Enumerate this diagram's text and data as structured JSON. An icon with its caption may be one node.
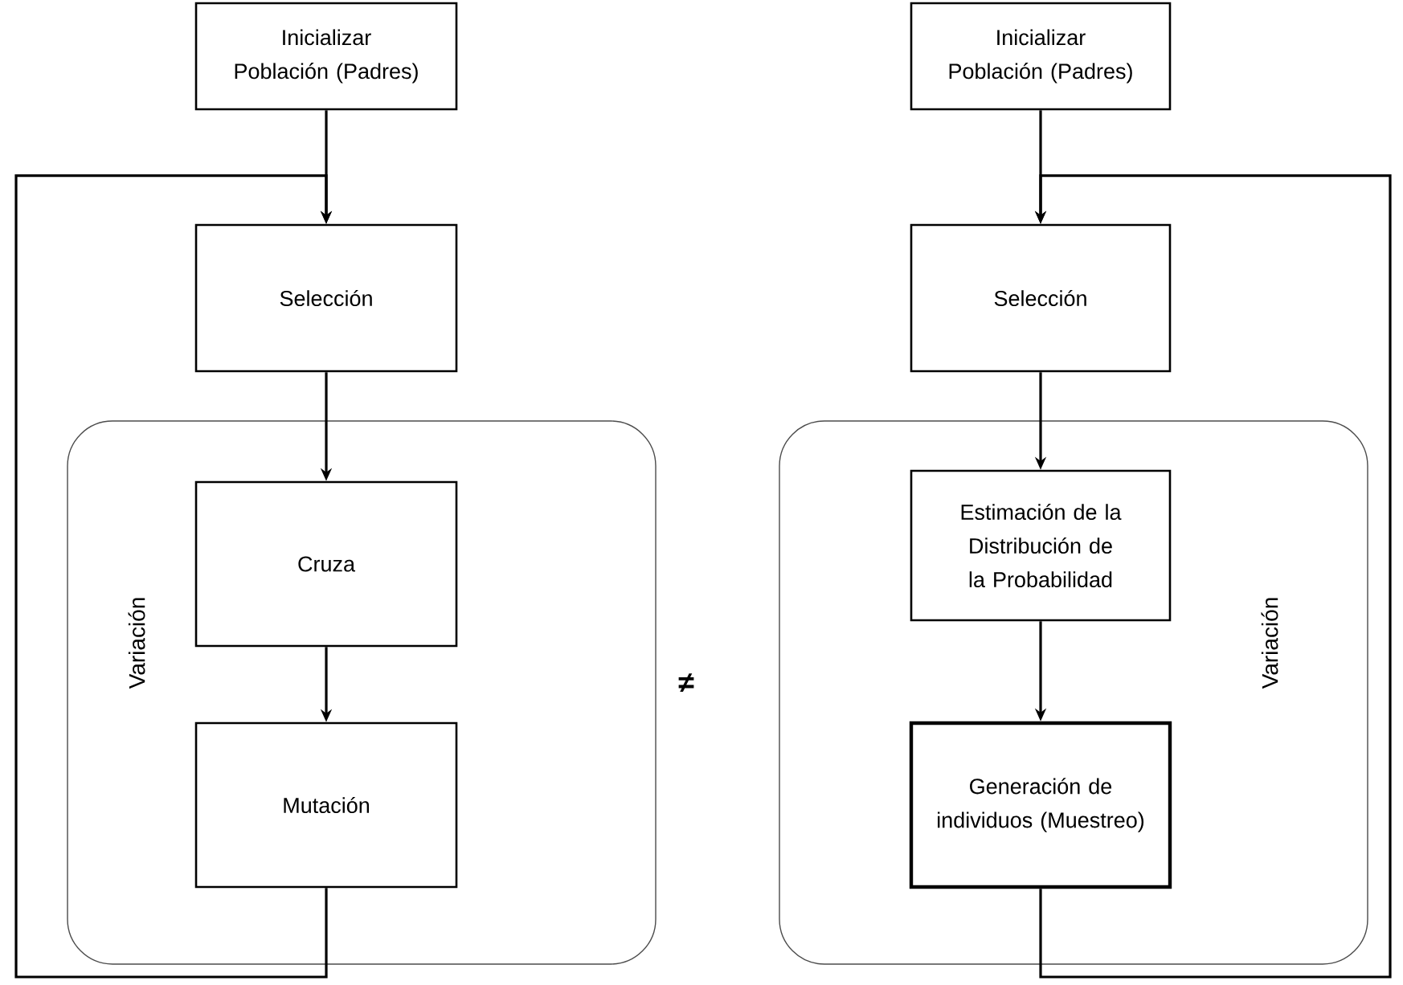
{
  "diagram": {
    "nodes": [
      {
        "text": [
          "Inicializar Población (Padres)"
        ]
      },
      {
        "text": [
          "Selección"
        ]
      },
      {
        "text": [
          "Variación"
        ]
      },
      {
        "text": [
          "Cruza"
        ],
        "in": 2
      },
      {
        "text": [
          "Mutación"
        ],
        "in": 2
      },
      {
        "text": [
          "Inicializar Población (Padres)"
        ]
      },
      {
        "text": [
          "Selección"
        ]
      },
      {
        "text": [
          "Variación"
        ]
      },
      {
        "text": [
          "Estimación de la Distribución de la Probabilidad"
        ],
        "in": 7
      },
      {
        "text": [
          "Generación de individuos (Muestreo)"
        ],
        "in": 7
      }
    ],
    "edges": [
      {
        "from": 0,
        "to": 1,
        "arrow": "to"
      },
      {
        "from": 1,
        "to": 3,
        "arrow": "to"
      },
      {
        "from": 3,
        "to": 4,
        "arrow": "to"
      },
      {
        "from": 4,
        "to": 1,
        "arrow": "to"
      },
      {
        "from": 5,
        "to": 6,
        "arrow": "to"
      },
      {
        "from": 6,
        "to": 8,
        "arrow": "to"
      },
      {
        "from": 8,
        "to": 9,
        "arrow": "to"
      },
      {
        "from": 9,
        "to": 6,
        "arrow": "to"
      }
    ],
    "labels": [
      "≠"
    ]
  }
}
